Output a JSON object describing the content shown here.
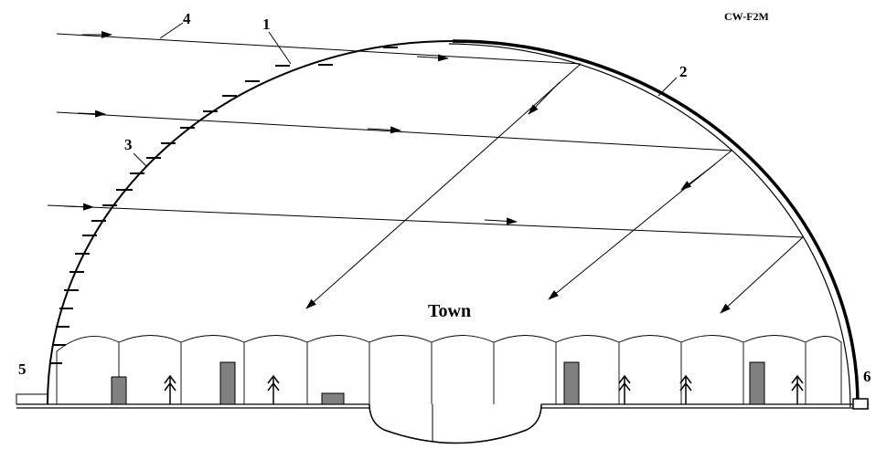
{
  "diagram": {
    "code": "CW-F2M",
    "center_label": "Town",
    "callouts": [
      {
        "id": "c1",
        "text": "1"
      },
      {
        "id": "c2",
        "text": "2"
      },
      {
        "id": "c3",
        "text": "3"
      },
      {
        "id": "c4",
        "text": "4"
      },
      {
        "id": "c5",
        "text": "5"
      },
      {
        "id": "c6",
        "text": "6"
      }
    ],
    "elements": {
      "dome_shell": "outer transparent dome",
      "reflective_layer": "mirror coating on right dome",
      "louvers": "fins on left dome",
      "sun_rays": "incoming sun rays",
      "foundation": "ground / foundation",
      "small_structure": "small box at right base"
    },
    "colors": {
      "line": "#000000",
      "building_fill": "#808080",
      "background": "#ffffff"
    }
  }
}
